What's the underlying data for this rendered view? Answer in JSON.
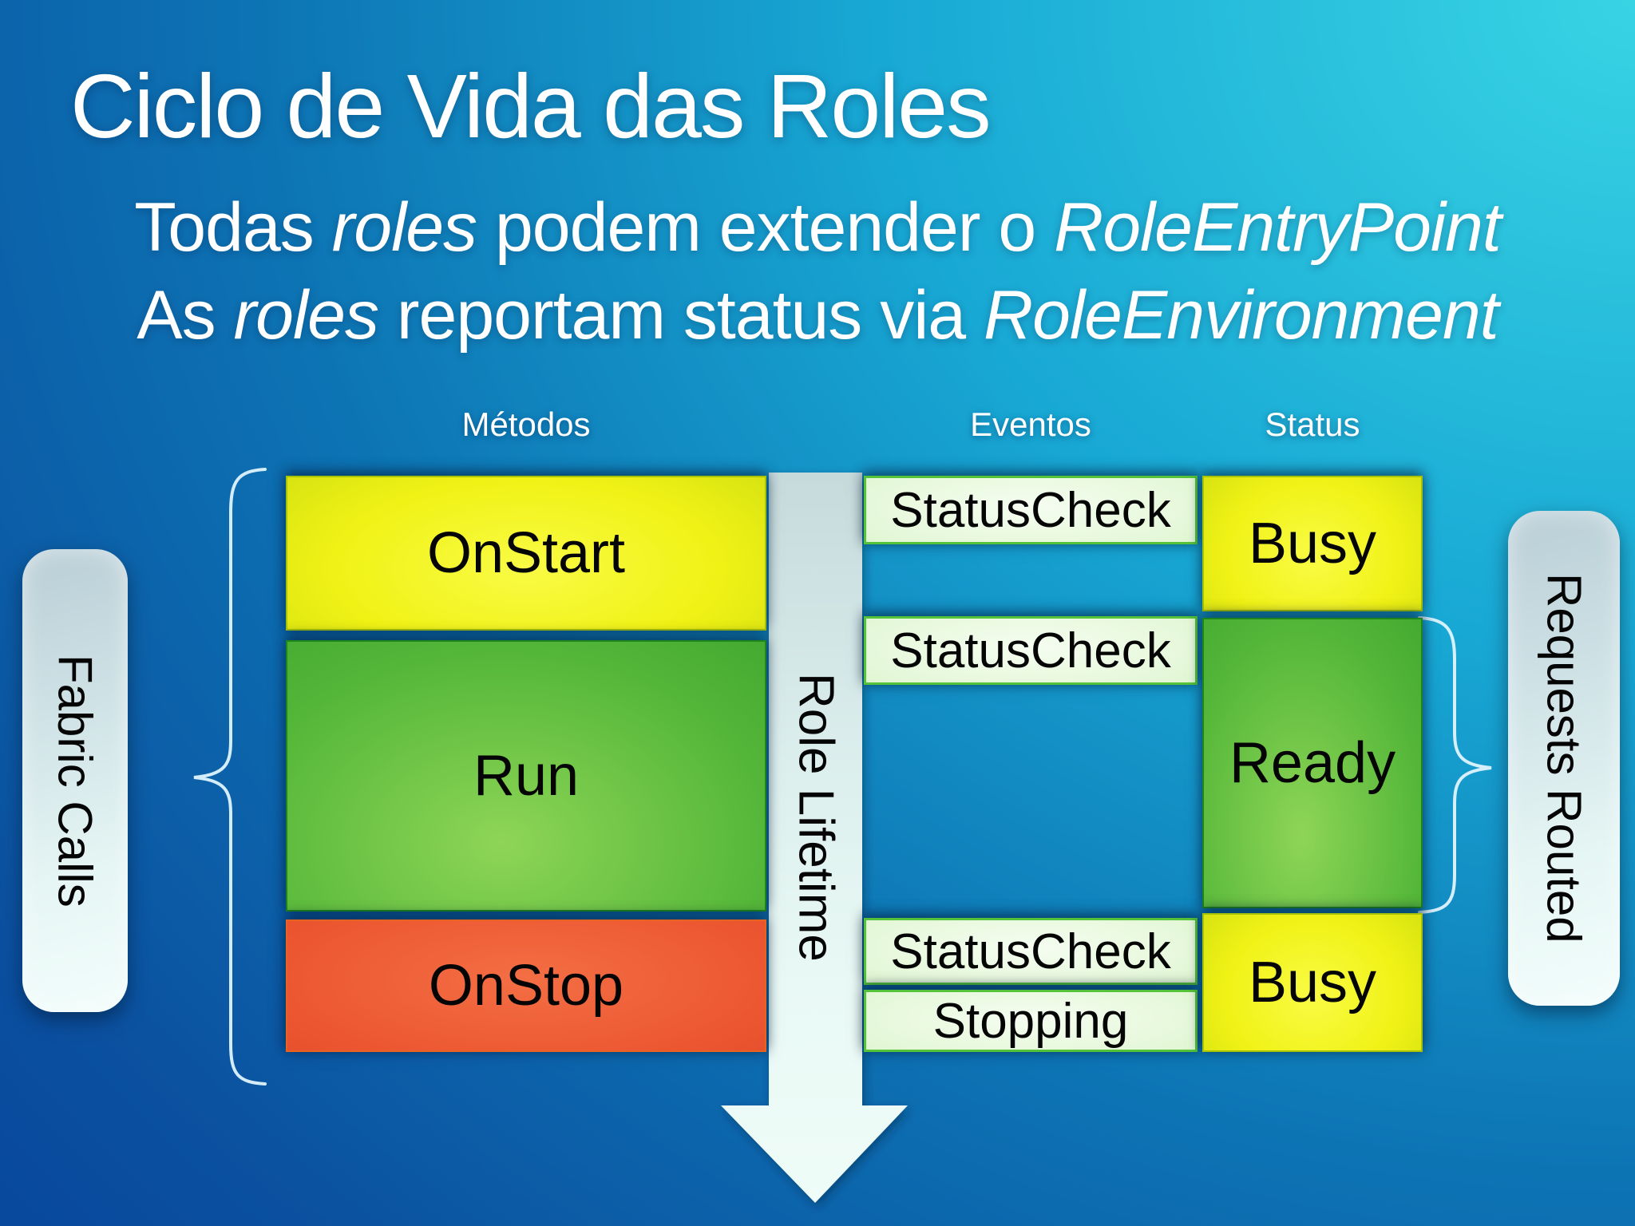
{
  "slide": {
    "title": "Ciclo de Vida das Roles",
    "subtitle_line1": {
      "t1": "Todas ",
      "i1": "roles",
      "t2": " podem extender o ",
      "i2": "RoleEntryPoint"
    },
    "subtitle_line2": {
      "t1": "As ",
      "i1": "roles",
      "t2": " reportam status via ",
      "i2": "RoleEnvironment"
    }
  },
  "diagram": {
    "headers": {
      "methods": "Métodos",
      "events": "Eventos",
      "status": "Status"
    },
    "methods": [
      {
        "label": "OnStart",
        "color": "yellow"
      },
      {
        "label": "Run",
        "color": "green"
      },
      {
        "label": "OnStop",
        "color": "red"
      }
    ],
    "events": [
      {
        "label": "StatusCheck"
      },
      {
        "label": "StatusCheck"
      },
      {
        "label": "StatusCheck"
      },
      {
        "label": "Stopping"
      }
    ],
    "status": [
      {
        "label": "Busy",
        "color": "yellow"
      },
      {
        "label": "Ready",
        "color": "green"
      },
      {
        "label": "Busy",
        "color": "yellow"
      }
    ],
    "arrow_label": "Role Lifetime",
    "left_pill_label": "Fabric Calls",
    "right_pill_label": "Requests Routed"
  },
  "colors": {
    "bg-tl": "#0b51a0",
    "bg-tr": "#38d4e4",
    "bg-bl": "#05409a",
    "bg-br": "#1090ca",
    "yellow-light": "#f9fb45",
    "yellow-mid": "#f0f215",
    "yellow-dark": "#bfd40e",
    "yellow-border": "#a6c206",
    "green-light": "#8ed557",
    "green-mid": "#55b739",
    "green-dark": "#2f9a27",
    "green-border": "#1e841c",
    "red-light": "#f46e44",
    "red-mid": "#eb5530",
    "red-dark": "#d94120",
    "red-border": "#e8631f",
    "event-light": "#f5fdf1",
    "event-mid": "#e3f7d6",
    "event-dark": "#bdeca6",
    "event-border": "#54c339",
    "arrow-light": "#effcf8",
    "arrow-mid": "#dcefed",
    "arrow-dark": "#c6dadc",
    "pill-light": "#f2fdfc",
    "pill-mid": "#cfe2e6",
    "pill-dark": "#b9ced6",
    "brace": "#dff4fe",
    "text-dark": "#050505",
    "text-light": "#ffffff"
  }
}
